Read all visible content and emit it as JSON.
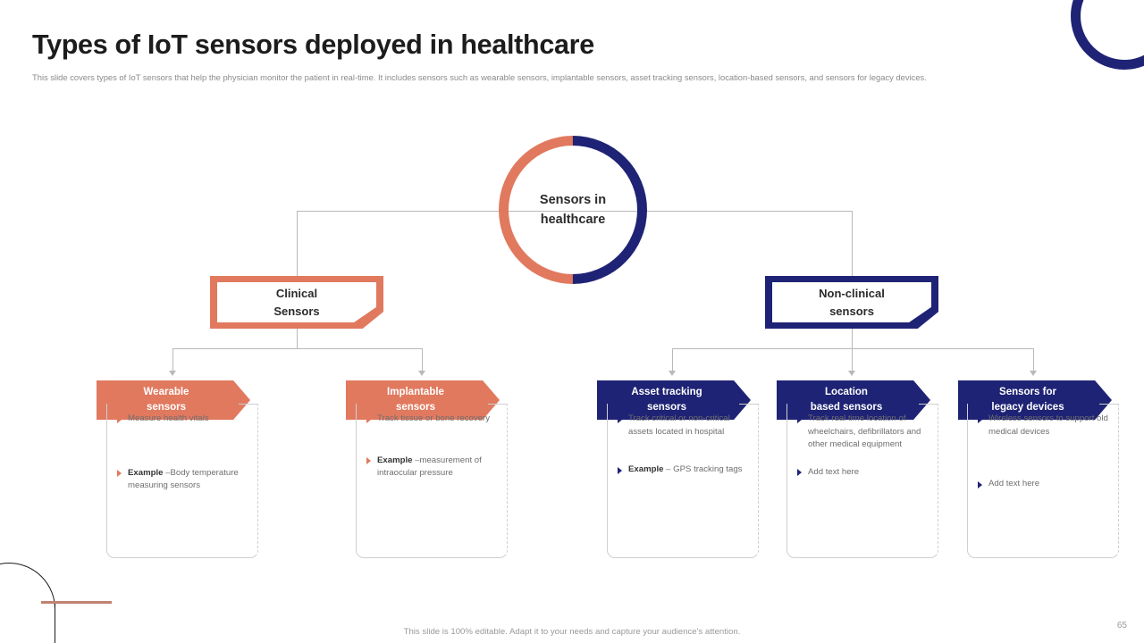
{
  "header": {
    "title": "Types of IoT sensors deployed in healthcare",
    "subtitle": "This slide covers types of IoT sensors that help the physician monitor the patient in real-time. It includes sensors such as wearable sensors, implantable sensors, asset tracking sensors, location-based sensors, and sensors for legacy devices."
  },
  "hub": {
    "line1": "Sensors in",
    "line2": "healthcare"
  },
  "branches": {
    "clinical": {
      "line1": "Clinical",
      "line2": "Sensors"
    },
    "nonclinical": {
      "line1": "Non-clinical",
      "line2": "sensors"
    }
  },
  "categories": [
    {
      "title_line1": "Wearable",
      "title_line2": "sensors",
      "accent": "#e1795f",
      "bullets": [
        {
          "bold": "",
          "text": "Measure health vitals"
        },
        {
          "bold": "Example ",
          "text": "–Body temperature measuring sensors"
        }
      ]
    },
    {
      "title_line1": "Implantable",
      "title_line2": "sensors",
      "accent": "#e1795f",
      "bullets": [
        {
          "bold": "",
          "text": "Track tissue or bone recovery"
        },
        {
          "bold": "Example ",
          "text": "–measurement of intraocular pressure"
        }
      ]
    },
    {
      "title_line1": "Asset tracking",
      "title_line2": "sensors",
      "accent": "#1f2375",
      "bullets": [
        {
          "bold": "",
          "text": "Track critical or non-critical assets located in hospital"
        },
        {
          "bold": "Example ",
          "text": "– GPS tracking tags"
        }
      ]
    },
    {
      "title_line1": "Location",
      "title_line2": "based sensors",
      "accent": "#1f2375",
      "bullets": [
        {
          "bold": "",
          "text": "Track real time location of wheelchairs, defibrillators and other medical equipment"
        },
        {
          "bold": "",
          "text": "Add text here"
        }
      ]
    },
    {
      "title_line1": "Sensors for",
      "title_line2": "legacy devices",
      "accent": "#1f2375",
      "bullets": [
        {
          "bold": "",
          "text": "Wireless sensors to support old medical devices"
        },
        {
          "bold": "",
          "text": "Add text here"
        }
      ]
    }
  ],
  "footer": {
    "note": "This slide is 100% editable. Adapt it to your needs and capture your audience's attention.",
    "page_number": "65"
  },
  "colors": {
    "coral": "#e1795f",
    "navy": "#1f2375",
    "line": "#b9b9b9",
    "muted": "#8b8b8b"
  }
}
